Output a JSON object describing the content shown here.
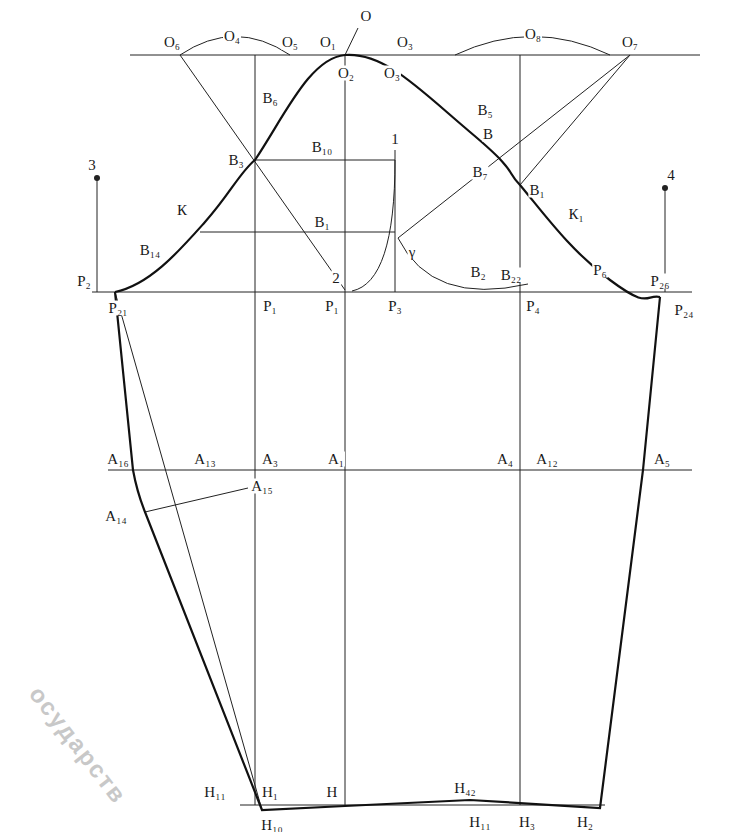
{
  "diagram": {
    "labels": [
      "О₆",
      "О₄",
      "О₅",
      "О₁",
      "О",
      "О₂",
      "О₃",
      "О₃",
      "О₈",
      "О₇",
      "В₆",
      "В₃",
      "К",
      "В₁₄",
      "В₁₀",
      "В₁",
      "1",
      "2",
      "γ",
      "В₅",
      "В",
      "В₇",
      "В₁",
      "К₁",
      "В₂",
      "В₂₂",
      "Р₆",
      "3",
      "4",
      "Р₂",
      "Р₂₁",
      "Р₁",
      "Р₁",
      "Р₃",
      "Р₄",
      "Р₂₆",
      "Р₂₄",
      "А₁₆",
      "А₁₃",
      "А₃",
      "А₁",
      "А₄",
      "А₁₂",
      "А₅",
      "А₁₄",
      "А₁₅",
      "Н₁₁",
      "Н₁",
      "Н",
      "Н₁₀",
      "Н₄₂",
      "Н₁₁",
      "Н₃",
      "Н₂",
      "осударств"
    ]
  }
}
